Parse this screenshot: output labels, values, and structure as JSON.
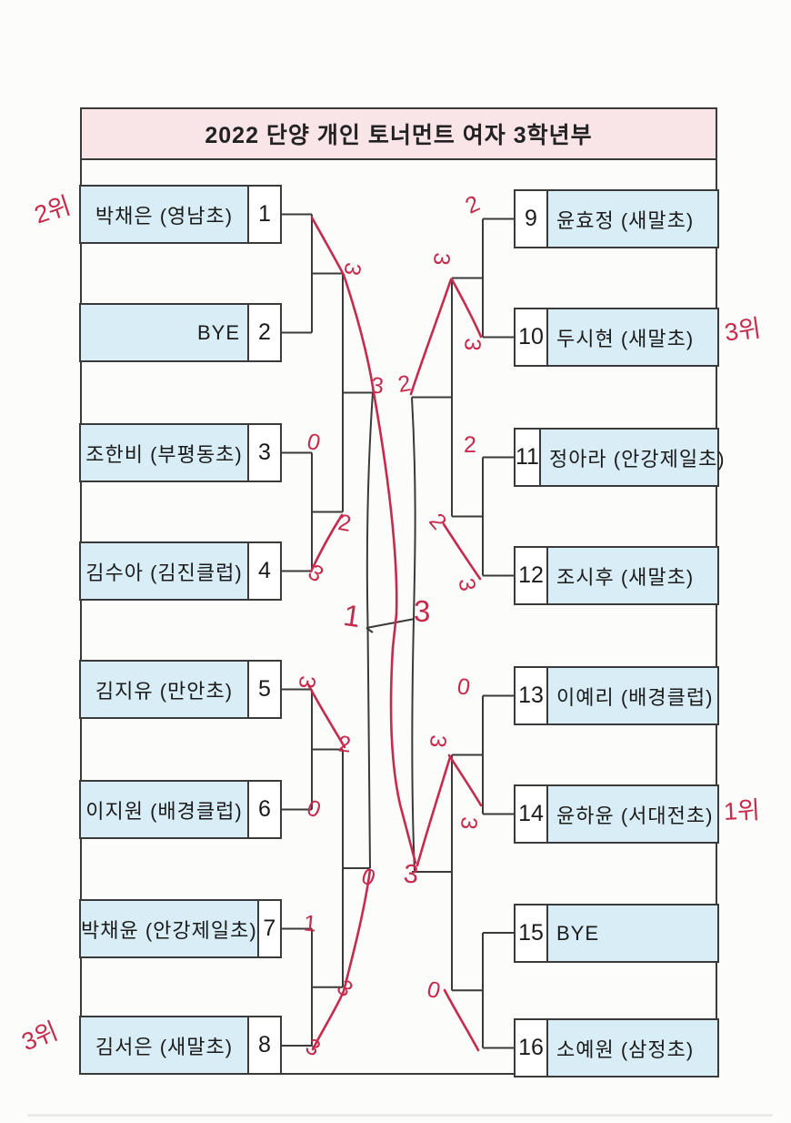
{
  "title": "2022 단양 개인 토너먼트 여자 3학년부",
  "colors": {
    "paper": "#fcfcfa",
    "title_bg": "#f9e4e8",
    "player_box_bg": "#d8edf6",
    "line": "#3a3a3a",
    "ink_red": "#c62a4c"
  },
  "players": {
    "left": [
      {
        "seed": "1",
        "label": "박채은 (영남초)"
      },
      {
        "seed": "2",
        "label": "BYE"
      },
      {
        "seed": "3",
        "label": "조한비 (부평동초)"
      },
      {
        "seed": "4",
        "label": "김수아 (김진클럽)"
      },
      {
        "seed": "5",
        "label": "김지유 (만안초)"
      },
      {
        "seed": "6",
        "label": "이지원 (배경클럽)"
      },
      {
        "seed": "7",
        "label": "박채윤 (안강제일초)"
      },
      {
        "seed": "8",
        "label": "김서은 (새말초)"
      }
    ],
    "right": [
      {
        "seed": "9",
        "label": "윤효정 (새말초)"
      },
      {
        "seed": "10",
        "label": "두시현 (새말초)"
      },
      {
        "seed": "11",
        "label": "정아라 (안강제일초)"
      },
      {
        "seed": "12",
        "label": "조시후 (새말초)"
      },
      {
        "seed": "13",
        "label": "이예리 (배경클럽)"
      },
      {
        "seed": "14",
        "label": "윤하윤 (서대전초)"
      },
      {
        "seed": "15",
        "label": "BYE"
      },
      {
        "seed": "16",
        "label": "소예원 (삼정초)"
      }
    ]
  },
  "placements": [
    {
      "id": "left-top-runnerup",
      "text": "2위"
    },
    {
      "id": "left-bottom-third",
      "text": "3위"
    },
    {
      "id": "right-top-third",
      "text": "3위"
    },
    {
      "id": "right-winner",
      "text": "1위"
    }
  ],
  "scores": [
    {
      "id": "l-qf-top-entry",
      "text": "3"
    },
    {
      "id": "l-r16-seed3",
      "text": "0"
    },
    {
      "id": "l-qf-34-entry",
      "text": "2"
    },
    {
      "id": "l-r16-seed4",
      "text": "3"
    },
    {
      "id": "l-r16-seed5",
      "text": "3"
    },
    {
      "id": "l-qf-56-entry",
      "text": "2"
    },
    {
      "id": "l-r16-seed6",
      "text": "0"
    },
    {
      "id": "l-r16-seed7",
      "text": "1"
    },
    {
      "id": "l-qf-78-entry",
      "text": "3"
    },
    {
      "id": "l-r16-seed8",
      "text": "3"
    },
    {
      "id": "l-sf-top",
      "text": "3"
    },
    {
      "id": "l-sf-bottom",
      "text": "0"
    },
    {
      "id": "final-left",
      "text": "1"
    },
    {
      "id": "final-right",
      "text": "3"
    },
    {
      "id": "r-r16-seed9",
      "text": "2"
    },
    {
      "id": "r-qf-910-entry",
      "text": "3"
    },
    {
      "id": "r-r16-seed10",
      "text": "3"
    },
    {
      "id": "r-r16-seed11",
      "text": "2"
    },
    {
      "id": "r-qf-1112-entry",
      "text": "2"
    },
    {
      "id": "r-r16-seed12",
      "text": "3"
    },
    {
      "id": "r-sf-top",
      "text": "2"
    },
    {
      "id": "r-r16-seed13",
      "text": "0"
    },
    {
      "id": "r-qf-1314-entry",
      "text": "3"
    },
    {
      "id": "r-r16-seed14",
      "text": "3"
    },
    {
      "id": "r-sf-bottom",
      "text": "3"
    },
    {
      "id": "r-qf-1516-entry",
      "text": "0"
    }
  ]
}
